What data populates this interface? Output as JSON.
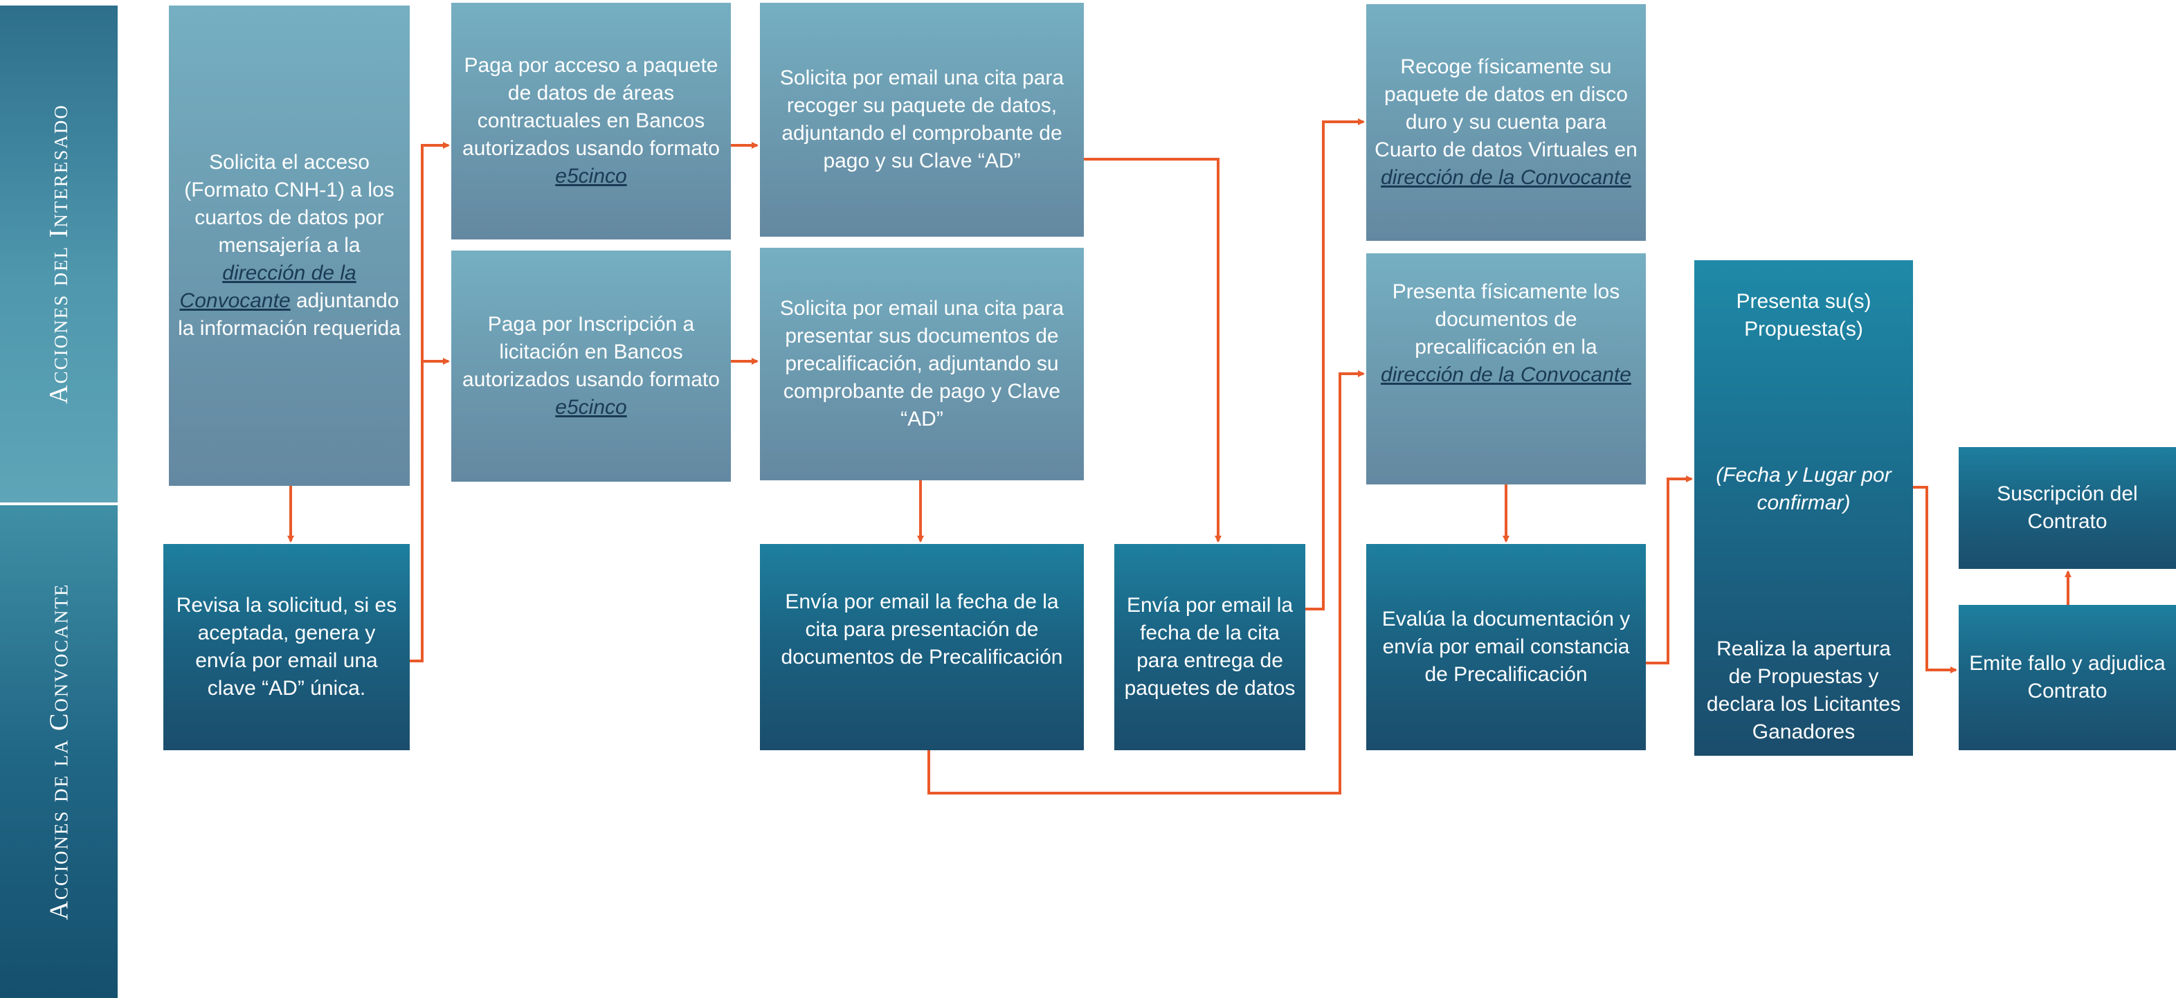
{
  "lanes": {
    "top": "Acciones del Interesado",
    "bottom": "Acciones de la Convocante"
  },
  "boxes": {
    "solicita_acceso": {
      "pre": "Solicita el acceso (Formato CNH-1) a los cuartos de datos por mensajería a la ",
      "link": "dirección de la Convocante",
      "post": " adjuntando la información requerida"
    },
    "paga_paquete": {
      "pre": "Paga por acceso a paquete de datos de áreas contractuales en Bancos autorizados usando formato ",
      "link": "e5cinco"
    },
    "solicita_cita_paquete": {
      "text": "Solicita por email una cita para recoger su paquete de datos, adjuntando el comprobante de pago y su Clave “AD”"
    },
    "recoge_paquete": {
      "pre": "Recoge físicamente su paquete de datos en disco duro y su cuenta para Cuarto de datos Virtuales en ",
      "link": "dirección de la Convocante"
    },
    "paga_inscripcion": {
      "pre": "Paga por Inscripción a licitación en Bancos autorizados usando formato ",
      "link": "e5cinco"
    },
    "solicita_cita_docs": {
      "text": "Solicita por email una cita para presentar sus documentos de precalificación, adjuntando su comprobante de pago y Clave “AD”"
    },
    "presenta_docs": {
      "pre": "Presenta físicamente los documentos de precalificación en la ",
      "link": "dirección de la Convocante"
    },
    "propuestas": {
      "top": "Presenta su(s) Propuesta(s)",
      "middle": "(Fecha y Lugar por confirmar)",
      "bottom": "Realiza la apertura de Propuestas y declara los Licitantes Ganadores"
    },
    "suscripcion": {
      "text": "Suscripción del Contrato"
    },
    "revisa_solicitud": {
      "text": "Revisa la solicitud, si es aceptada, genera y envía por email una clave “AD” única."
    },
    "envia_fecha_docs": {
      "text": "Envía por email la fecha de la cita para presentación de documentos de Precalificación"
    },
    "envia_fecha_paquete": {
      "text": "Envía por email la fecha de la cita para entrega de paquetes de datos"
    },
    "evalua": {
      "text": "Evalúa la documentación y envía por email constancia de Precalificación"
    },
    "emite_fallo": {
      "text": "Emite fallo y adjudica Contrato"
    }
  },
  "colors": {
    "arrow": "#ea5a2a",
    "box_light": "#6c9bb0",
    "box_dark": "#1b6383",
    "link": "#1a3a56"
  }
}
